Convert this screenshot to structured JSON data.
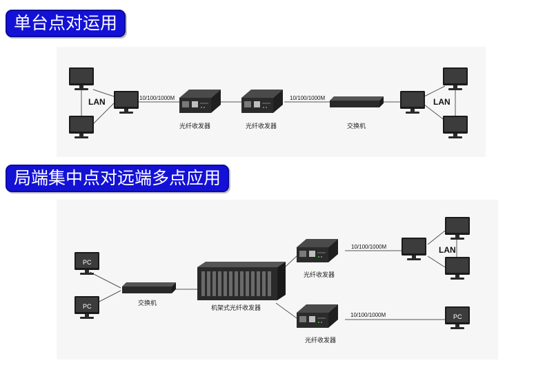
{
  "section1": {
    "title": "单台点对运用"
  },
  "section2": {
    "title": "局端集中点对远端多点应用"
  },
  "diagram1": {
    "lan_left": "LAN",
    "lan_right": "LAN",
    "speed_label": "10/100/1000M",
    "speed_label_2": "10/100/1000M",
    "converter_left": "光纤收发器",
    "converter_right": "光纤收发器",
    "switch": "交换机"
  },
  "diagram2": {
    "pc_top": "PC",
    "pc_bottom": "PC",
    "switch": "交换机",
    "chassis": "机架式光纤收发器",
    "converter_top": "光纤收发器",
    "converter_bottom": "光纤收发器",
    "speed_top": "10/100/1000M",
    "speed_bottom": "10/100/1000M",
    "lan": "LAN",
    "pc_remote": "PC"
  },
  "colors": {
    "banner": "#1411d6",
    "device": "#2a2a2a",
    "line": "#555555"
  }
}
